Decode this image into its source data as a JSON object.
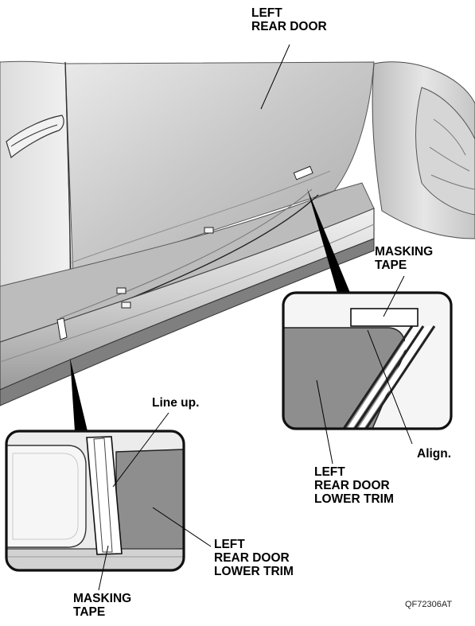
{
  "labels": {
    "top_door": [
      "LEFT",
      "REAR DOOR"
    ],
    "right_tape": [
      "MASKING",
      "TAPE"
    ],
    "align": "Align.",
    "right_trim": [
      "LEFT",
      "REAR DOOR",
      "LOWER TRIM"
    ],
    "line_up": "Line up.",
    "left_trim": [
      "LEFT",
      "REAR DOOR",
      "LOWER TRIM"
    ],
    "left_tape": [
      "MASKING",
      "TAPE"
    ]
  },
  "figure_code": "QF72306AT",
  "colors": {
    "body_light": "#eeeeee",
    "body_mid": "#c4c4c4",
    "body_dark": "#8c8c8c",
    "trim": "#8e8e8e",
    "outline": "#1a1a1a"
  }
}
